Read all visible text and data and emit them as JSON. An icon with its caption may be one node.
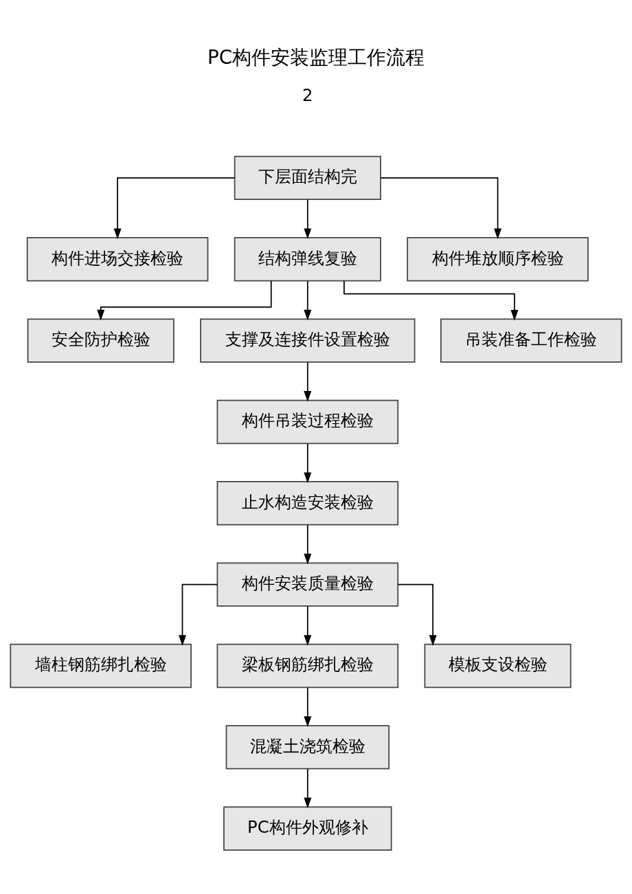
{
  "diagram": {
    "title": "PC构件安装监理工作流程",
    "nodes": [
      {
        "text": [
          "下层面结构完"
        ]
      },
      {
        "text": [
          "构件进场交接检验"
        ]
      },
      {
        "text": [
          "结构弹线复验"
        ]
      },
      {
        "text": [
          "构件堆放顺序检验"
        ]
      },
      {
        "text": [
          "安全防护检验"
        ]
      },
      {
        "text": [
          "支撑及连接件设置检验"
        ]
      },
      {
        "text": [
          "吊装准备工作检验"
        ]
      },
      {
        "text": [
          "构件吊装过程检验"
        ]
      },
      {
        "text": [
          "止水构造安装检验"
        ]
      },
      {
        "text": [
          "构件安装质量检验"
        ]
      },
      {
        "text": [
          "墙柱钢筋绑扎检验"
        ]
      },
      {
        "text": [
          "梁板钢筋绑扎检验"
        ]
      },
      {
        "text": [
          "模板支设检验"
        ]
      },
      {
        "text": [
          "混凝土浇筑检验"
        ]
      },
      {
        "text": [
          "PC构件外观修补"
        ]
      }
    ],
    "edges": [
      {
        "from": 0,
        "to": 1,
        "arrow": "to"
      },
      {
        "from": 0,
        "to": 2,
        "arrow": "to"
      },
      {
        "from": 0,
        "to": 3,
        "arrow": "to"
      },
      {
        "from": 2,
        "to": 4,
        "arrow": "to"
      },
      {
        "from": 2,
        "to": 5,
        "arrow": "to"
      },
      {
        "from": 2,
        "to": 6,
        "arrow": "to"
      },
      {
        "from": 5,
        "to": 7,
        "arrow": "to"
      },
      {
        "from": 7,
        "to": 8,
        "arrow": "to"
      },
      {
        "from": 8,
        "to": 9,
        "arrow": "to"
      },
      {
        "from": 9,
        "to": 10,
        "arrow": "to"
      },
      {
        "from": 9,
        "to": 11,
        "arrow": "to"
      },
      {
        "from": 9,
        "to": 12,
        "arrow": "to"
      },
      {
        "from": 11,
        "to": 13,
        "arrow": "to"
      },
      {
        "from": 13,
        "to": 14,
        "arrow": "to"
      }
    ],
    "labels": [
      "2"
    ]
  }
}
